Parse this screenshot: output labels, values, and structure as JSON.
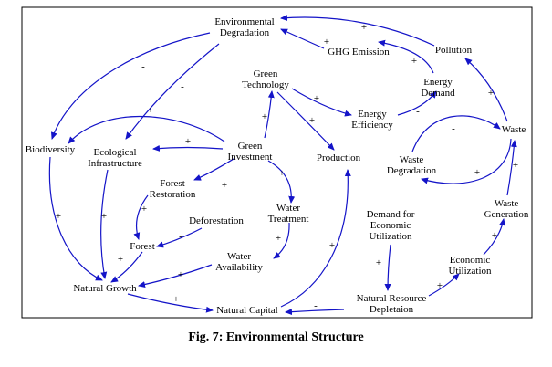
{
  "caption": "Fig. 7: Environmental Structure",
  "colors": {
    "arrow": "#1414c8",
    "text": "#000000",
    "frame": "#000000"
  },
  "nodes": [
    {
      "id": "env_degradation",
      "lines": [
        "Environmental",
        "Degradation"
      ]
    },
    {
      "id": "ghg_emission",
      "lines": [
        "GHG Emission"
      ]
    },
    {
      "id": "pollution",
      "lines": [
        "Pollution"
      ]
    },
    {
      "id": "green_technology",
      "lines": [
        "Green",
        "Technology"
      ]
    },
    {
      "id": "energy_demand",
      "lines": [
        "Energy",
        "Demand"
      ]
    },
    {
      "id": "energy_efficiency",
      "lines": [
        "Energy",
        "Efficiency"
      ]
    },
    {
      "id": "biodiversity",
      "lines": [
        "Biodiversity"
      ]
    },
    {
      "id": "ecological_infrastructure",
      "lines": [
        "Ecological",
        "Infrastructure"
      ]
    },
    {
      "id": "green_investment",
      "lines": [
        "Green",
        "Investment"
      ]
    },
    {
      "id": "production",
      "lines": [
        "Production"
      ]
    },
    {
      "id": "waste",
      "lines": [
        "Waste"
      ]
    },
    {
      "id": "waste_degradation",
      "lines": [
        "Waste",
        "Degradation"
      ]
    },
    {
      "id": "forest_restoration",
      "lines": [
        "Forest",
        "Restoration"
      ]
    },
    {
      "id": "water_treatment",
      "lines": [
        "Water",
        "Treatment"
      ]
    },
    {
      "id": "demand_economic_utilization",
      "lines": [
        "Demand for",
        "Economic",
        "Utilization"
      ]
    },
    {
      "id": "deforestation",
      "lines": [
        "Deforestation"
      ]
    },
    {
      "id": "forest",
      "lines": [
        "Forest"
      ]
    },
    {
      "id": "waste_generation",
      "lines": [
        "Waste",
        "Generation"
      ]
    },
    {
      "id": "water_availability",
      "lines": [
        "Water",
        "Availability"
      ]
    },
    {
      "id": "economic_utilization",
      "lines": [
        "Economic",
        "Utilization"
      ]
    },
    {
      "id": "natural_growth",
      "lines": [
        "Natural Growth"
      ]
    },
    {
      "id": "natural_resource_depletion",
      "lines": [
        "Natural Resource",
        "Depletaion"
      ]
    },
    {
      "id": "natural_capital",
      "lines": [
        "Natural Capital"
      ]
    }
  ],
  "links": [
    {
      "id": "ghg_to_envdeg",
      "from": "ghg_emission",
      "to": "env_degradation",
      "sign": "+"
    },
    {
      "id": "pollution_to_envdeg",
      "from": "pollution",
      "to": "env_degradation",
      "sign": "+"
    },
    {
      "id": "energydemand_to_ghg",
      "from": "energy_demand",
      "to": "ghg_emission",
      "sign": "+"
    },
    {
      "id": "waste_to_pollution",
      "from": "waste",
      "to": "pollution",
      "sign": "+"
    },
    {
      "id": "envdeg_to_biodiversity",
      "from": "env_degradation",
      "to": "biodiversity",
      "sign": "-"
    },
    {
      "id": "envdeg_to_ecoinfra",
      "from": "env_degradation",
      "to": "ecological_infrastructure",
      "sign": "-"
    },
    {
      "id": "greentech_to_energyeff",
      "from": "green_technology",
      "to": "energy_efficiency",
      "sign": "+"
    },
    {
      "id": "energyeff_to_energydemand",
      "from": "energy_efficiency",
      "to": "energy_demand",
      "sign": "-"
    },
    {
      "id": "greentech_to_production",
      "from": "green_technology",
      "to": "production",
      "sign": "+"
    },
    {
      "id": "greeninv_to_greentech",
      "from": "green_investment",
      "to": "green_technology",
      "sign": "+"
    },
    {
      "id": "greeninv_to_biodiversity",
      "from": "green_investment",
      "to": "biodiversity",
      "sign": "+"
    },
    {
      "id": "greeninv_to_ecoinfra",
      "from": "green_investment",
      "to": "ecological_infrastructure",
      "sign": "+"
    },
    {
      "id": "greeninv_to_forestrest",
      "from": "green_investment",
      "to": "forest_restoration",
      "sign": "+"
    },
    {
      "id": "greeninv_to_watertreat",
      "from": "green_investment",
      "to": "water_treatment",
      "sign": "+"
    },
    {
      "id": "waste_to_wastedeg",
      "from": "waste",
      "to": "waste_degradation",
      "sign": "+"
    },
    {
      "id": "wastedeg_to_waste",
      "from": "waste_degradation",
      "to": "waste",
      "sign": "-"
    },
    {
      "id": "wastegen_to_waste",
      "from": "waste_generation",
      "to": "waste",
      "sign": "+"
    },
    {
      "id": "forestrest_to_forest",
      "from": "forest_restoration",
      "to": "forest",
      "sign": "+"
    },
    {
      "id": "deforestation_to_forest",
      "from": "deforestation",
      "to": "forest",
      "sign": "-"
    },
    {
      "id": "watertreat_to_wateravail",
      "from": "water_treatment",
      "to": "water_availability",
      "sign": "+"
    },
    {
      "id": "demand_to_nrdepletion",
      "from": "demand_economic_utilization",
      "to": "natural_resource_depletion",
      "sign": "+"
    },
    {
      "id": "nrdepletion_to_econutil",
      "from": "natural_resource_depletion",
      "to": "economic_utilization",
      "sign": "+"
    },
    {
      "id": "econutil_to_wastegen",
      "from": "economic_utilization",
      "to": "waste_generation",
      "sign": "+"
    },
    {
      "id": "biodiversity_to_natgrowth",
      "from": "biodiversity",
      "to": "natural_growth",
      "sign": "+"
    },
    {
      "id": "ecoinfra_to_natgrowth",
      "from": "ecological_infrastructure",
      "to": "natural_growth",
      "sign": "+"
    },
    {
      "id": "forest_to_natgrowth",
      "from": "forest",
      "to": "natural_growth",
      "sign": "+"
    },
    {
      "id": "wateravail_to_natgrowth",
      "from": "water_availability",
      "to": "natural_growth",
      "sign": "+"
    },
    {
      "id": "natgrowth_to_natcapital",
      "from": "natural_growth",
      "to": "natural_capital",
      "sign": "+"
    },
    {
      "id": "nrdepletion_to_natcapital",
      "from": "natural_resource_depletion",
      "to": "natural_capital",
      "sign": "-"
    },
    {
      "id": "natcapital_to_production",
      "from": "natural_capital",
      "to": "production",
      "sign": "+"
    }
  ]
}
